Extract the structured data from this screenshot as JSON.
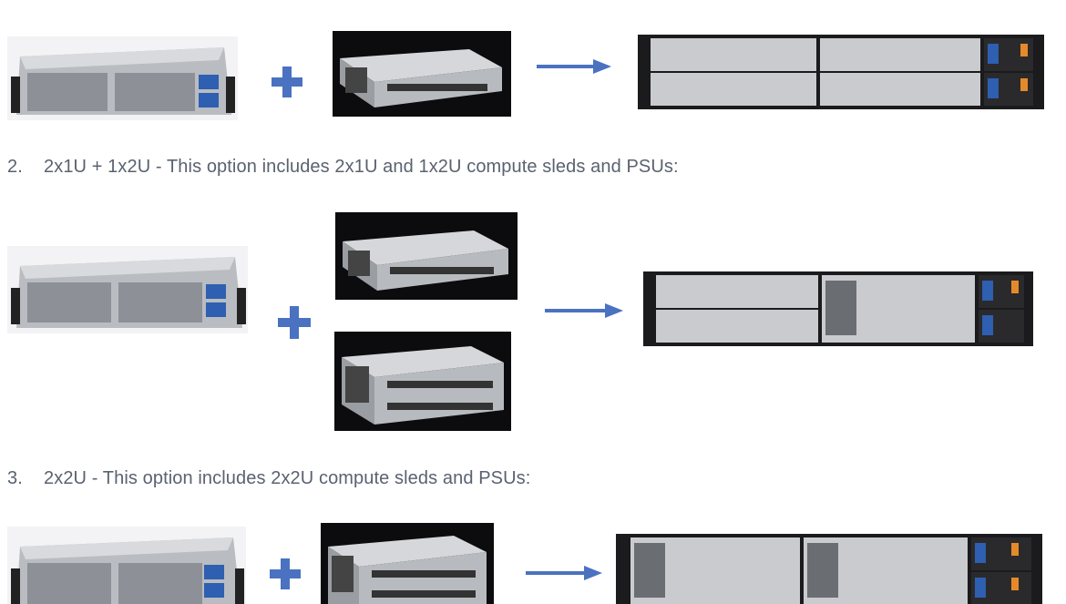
{
  "items": [
    {
      "number": "2.",
      "text": "2x1U + 1x2U - This option includes 2x1U and 1x2U compute sleds and PSUs:"
    },
    {
      "number": "3.",
      "text": "2x2U - This option includes 2x2U compute sleds and PSUs:"
    }
  ],
  "colors": {
    "accent": "#4a72c0",
    "caption": "#5a6270",
    "dark_bg": "#0c0c0e"
  },
  "icons": {
    "plus": "plus-icon",
    "arrow": "arrow-right-icon"
  }
}
